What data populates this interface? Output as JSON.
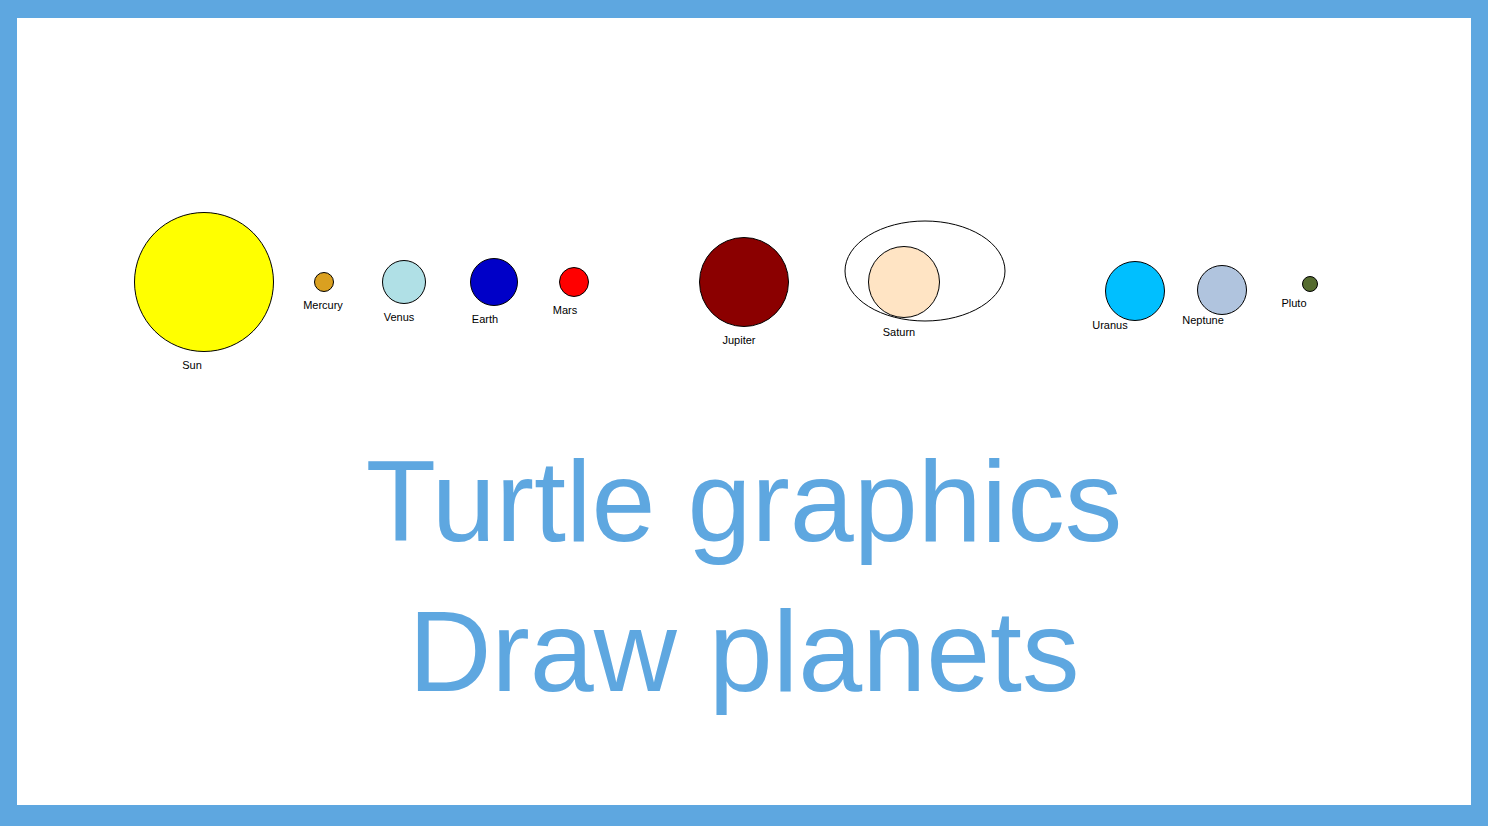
{
  "diagram": {
    "title": "Turtle graphics Draw planets",
    "nodes": [
      {
        "text": [
          "Sun"
        ]
      },
      {
        "text": [
          "Mercury"
        ]
      },
      {
        "text": [
          "Venus"
        ]
      },
      {
        "text": [
          "Earth"
        ]
      },
      {
        "text": [
          "Mars"
        ]
      },
      {
        "text": [
          "Jupiter"
        ]
      },
      {
        "text": [
          "Saturn"
        ]
      },
      {
        "text": [
          "Uranus"
        ]
      },
      {
        "text": [
          "Neptune"
        ]
      },
      {
        "text": [
          "Pluto"
        ]
      }
    ]
  }
}
